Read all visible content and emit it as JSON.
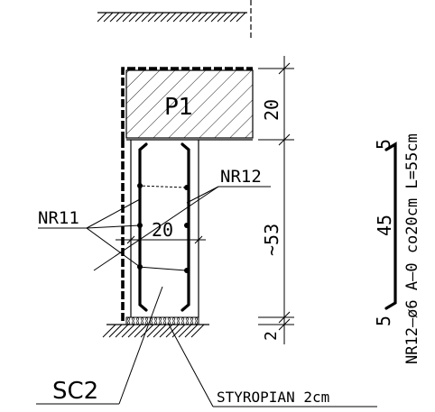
{
  "labels": {
    "slab": "P1",
    "rebar_a": "NR11",
    "rebar_b": "NR12",
    "wall": "SC2",
    "insulation": "STYROPIAN 2cm"
  },
  "dimensions": {
    "slab_height": "20",
    "wall_height": "~53",
    "base_layer": "2",
    "wall_width": "20"
  },
  "bar_schedule": {
    "top_leg": "5",
    "bottom_leg": "5",
    "main_length": "45",
    "spec": "NR12–ø6 A–0 co20cm L=55cm"
  }
}
